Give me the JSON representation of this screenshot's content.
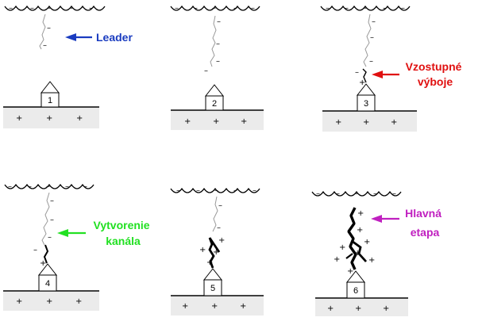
{
  "colors": {
    "leader": "#1a3cc0",
    "upward": "#e01010",
    "channel": "#22e022",
    "main": "#c020c0",
    "ground": "#ebebeb"
  },
  "signs": {
    "minus": "–",
    "plus": "+"
  },
  "panels": [
    {
      "number": "1"
    },
    {
      "number": "2"
    },
    {
      "number": "3"
    },
    {
      "number": "4"
    },
    {
      "number": "5"
    },
    {
      "number": "6"
    }
  ],
  "labels": {
    "leader": {
      "lines": [
        "Leader"
      ]
    },
    "upward": {
      "lines": [
        "Vzostupné",
        "výboje"
      ]
    },
    "channel": {
      "lines": [
        "Vytvorenie",
        "kanála"
      ]
    },
    "main": {
      "lines": [
        "Hlavná",
        "etapa"
      ]
    }
  }
}
